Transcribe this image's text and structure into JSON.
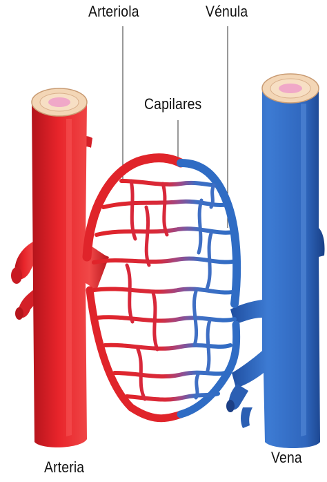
{
  "labels": {
    "arteriola": "Arteriola",
    "venula": "Vénula",
    "capilares": "Capilares",
    "arteria": "Arteria",
    "vena": "Vena"
  },
  "colors": {
    "artery": "#e0242a",
    "artery_dark": "#a3141c",
    "vein": "#2f6cc4",
    "vein_dark": "#1c3f85",
    "wall_cross_section": "#f3d6b6",
    "lumen": "#f0a8c8"
  }
}
